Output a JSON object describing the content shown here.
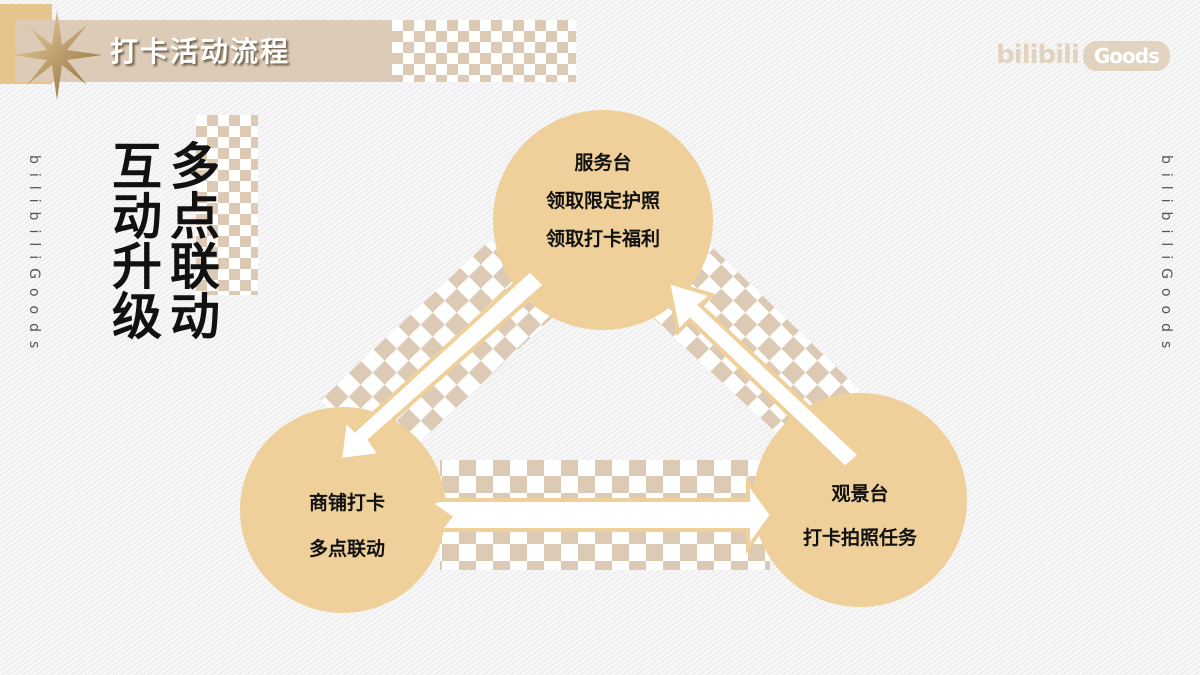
{
  "header": {
    "title": "打卡活动流程",
    "logo": "bilibili Goods"
  },
  "side_text": {
    "left": "bilibiliGoods",
    "right": "bilibiliGoods"
  },
  "slogan": {
    "col1": "互动升级",
    "col2": "多点联动"
  },
  "nodes": [
    {
      "id": "service",
      "lines": [
        "服务台",
        "领取限定护照",
        "领取打卡福利"
      ]
    },
    {
      "id": "shop",
      "lines": [
        "商铺打卡",
        "多点联动"
      ]
    },
    {
      "id": "view",
      "lines": [
        "观景台",
        "打卡拍照任务"
      ]
    }
  ],
  "colors": {
    "circle": "#efd09a",
    "checker": "#dccab4",
    "title_bar": "#dccbb7",
    "arrow": "#ffffff"
  }
}
